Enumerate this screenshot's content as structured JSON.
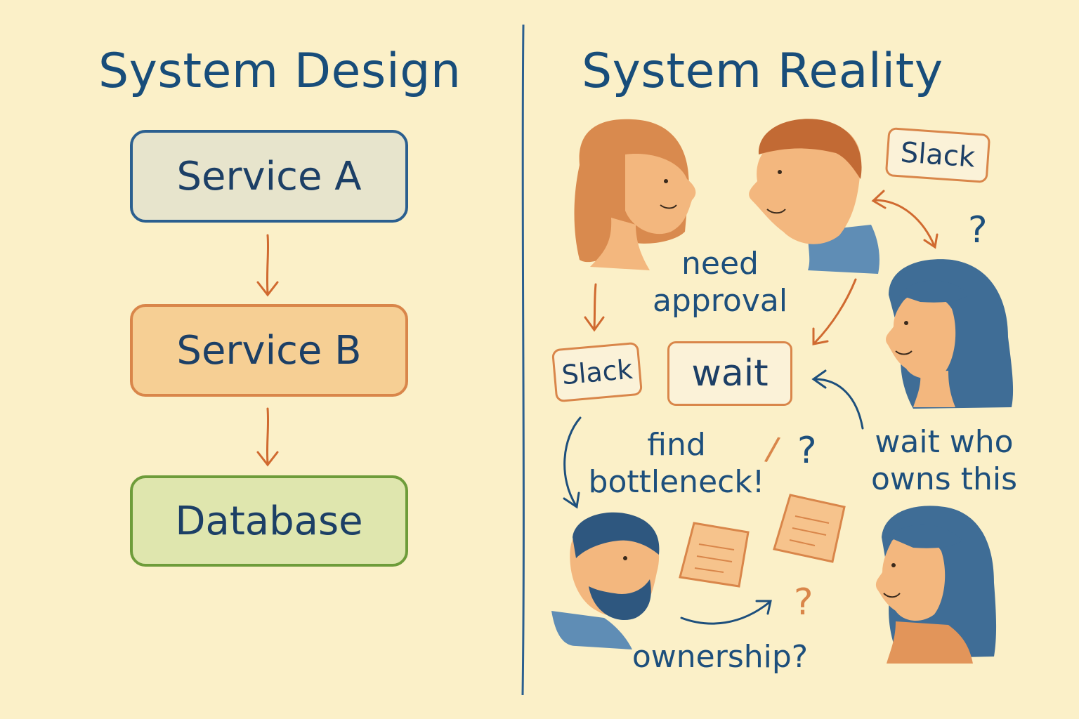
{
  "colors": {
    "background": "#fbf0c8",
    "ink_blue": "#1d4f7c",
    "orange": "#d9864a",
    "green": "#6e9c3a",
    "service_a_fill": "#e7e4cc",
    "service_b_fill": "#f6cf94",
    "database_fill": "#dfe6ae"
  },
  "left_panel": {
    "title": "System Design",
    "boxes": [
      {
        "label": "Service A",
        "border": "#2b5f8f",
        "fill": "#e7e4cc"
      },
      {
        "label": "Service B",
        "border": "#d9864a",
        "fill": "#f6cf94"
      },
      {
        "label": "Database",
        "border": "#6e9c3a",
        "fill": "#dfe6ae"
      }
    ]
  },
  "right_panel": {
    "title": "System Reality",
    "tags": {
      "slack_top": "Slack",
      "slack_left": "Slack",
      "wait": "wait"
    },
    "notes": {
      "need_approval": [
        "need",
        "approval"
      ],
      "find_bottleneck": [
        "find",
        "bottleneck!"
      ],
      "wait_who": [
        "wait who",
        "owns this"
      ],
      "ownership": "ownership?"
    },
    "marks": {
      "question": "?",
      "exclaim": "/"
    }
  }
}
